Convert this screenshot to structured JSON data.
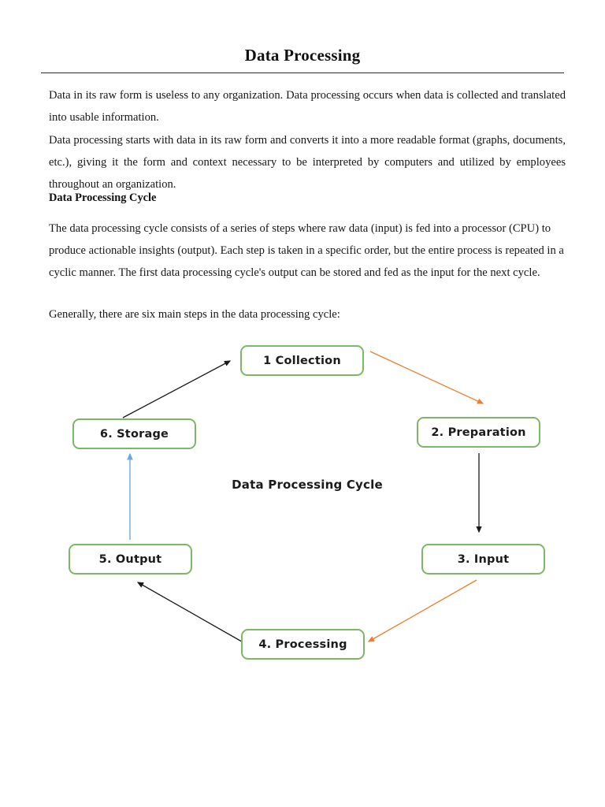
{
  "document": {
    "title": "Data Processing",
    "paragraphs": {
      "p1": "Data in its raw form is useless to any organization. Data processing occurs when data is collected and translated into usable information.",
      "p2": "Data processing starts with data in its raw form and converts it into a more readable format (graphs, documents, etc.), giving it the form and context necessary to be interpreted by computers and utilized by employees throughout an organization.",
      "p3": "The data processing cycle consists of a series of steps where raw data (input) is fed into a processor (CPU) to produce actionable insights (output). Each step is taken in a specific order, but the entire process is repeated in a cyclic manner. The first data processing cycle's output can be stored and fed as the input for the next cycle.",
      "p4": "Generally, there are six main steps in the data processing cycle:"
    },
    "headings": {
      "h1": "Data Processing Cycle"
    }
  },
  "diagram": {
    "center_label": "Data Processing Cycle",
    "node_border_color": "#7cb765",
    "nodes": [
      {
        "id": "collection",
        "label": "1 Collection"
      },
      {
        "id": "preparation",
        "label": "2. Preparation"
      },
      {
        "id": "input",
        "label": "3. Input"
      },
      {
        "id": "processing",
        "label": "4. Processing"
      },
      {
        "id": "output",
        "label": "5. Output"
      },
      {
        "id": "storage",
        "label": "6. Storage"
      }
    ],
    "arrows": [
      {
        "from": "collection",
        "to": "preparation",
        "color": "#ed7d31",
        "style": "diagonal-down-right"
      },
      {
        "from": "preparation",
        "to": "input",
        "color": "#1a1a1a",
        "style": "vertical-down"
      },
      {
        "from": "input",
        "to": "processing",
        "color": "#ed7d31",
        "style": "diagonal-down-left"
      },
      {
        "from": "processing",
        "to": "output",
        "color": "#1a1a1a",
        "style": "diagonal-up-left"
      },
      {
        "from": "output",
        "to": "storage",
        "color": "#6fa8dc",
        "style": "vertical-up"
      },
      {
        "from": "storage",
        "to": "collection",
        "color": "#1a1a1a",
        "style": "diagonal-up-right"
      }
    ]
  }
}
